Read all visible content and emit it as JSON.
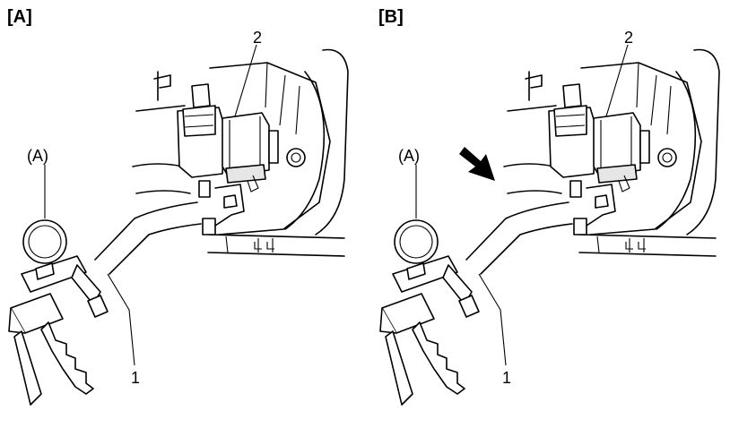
{
  "panels": [
    {
      "label": "[A]",
      "callouts": {
        "gauge": "(A)",
        "hose": "1",
        "valve": "2"
      },
      "arrow": false
    },
    {
      "label": "[B]",
      "callouts": {
        "gauge": "(A)",
        "hose": "1",
        "valve": "2"
      },
      "arrow": true
    }
  ]
}
